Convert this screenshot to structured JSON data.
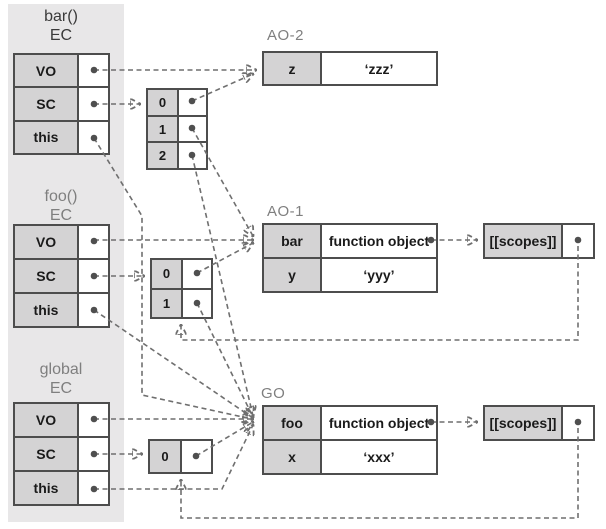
{
  "diagram_title": "execution-context-scope-chain-diagram",
  "colors": {
    "panel_background": "#e8e7e8",
    "cell_fill": "#d4d3d4",
    "border": "#4d4d4d",
    "dashed_line": "#6f6f6f",
    "muted_heading": "#7f7f7f",
    "active_heading": "#3a3a3a"
  },
  "execution_contexts": [
    {
      "title": "bar()",
      "subtitle": "EC",
      "active": true,
      "rows": [
        "VO",
        "SC",
        "this"
      ]
    },
    {
      "title": "foo()",
      "subtitle": "EC",
      "active": false,
      "rows": [
        "VO",
        "SC",
        "this"
      ]
    },
    {
      "title": "global",
      "subtitle": "EC",
      "active": false,
      "rows": [
        "VO",
        "SC",
        "this"
      ]
    }
  ],
  "scope_chains": [
    {
      "owner": "bar",
      "indices": [
        "0",
        "1",
        "2"
      ]
    },
    {
      "owner": "foo",
      "indices": [
        "0",
        "1"
      ]
    },
    {
      "owner": "global",
      "indices": [
        "0"
      ]
    }
  ],
  "objects": [
    {
      "title": "AO-2",
      "rows": [
        {
          "key": "z",
          "value": "‘zzz’"
        }
      ]
    },
    {
      "title": "AO-1",
      "rows": [
        {
          "key": "bar",
          "value": "function object"
        },
        {
          "key": "y",
          "value": "‘yyy’"
        }
      ]
    },
    {
      "title": "GO",
      "rows": [
        {
          "key": "foo",
          "value": "function object"
        },
        {
          "key": "x",
          "value": "‘xxx’"
        }
      ]
    }
  ],
  "scopes_refs": [
    {
      "label": "[[scopes]]"
    },
    {
      "label": "[[scopes]]"
    }
  ]
}
